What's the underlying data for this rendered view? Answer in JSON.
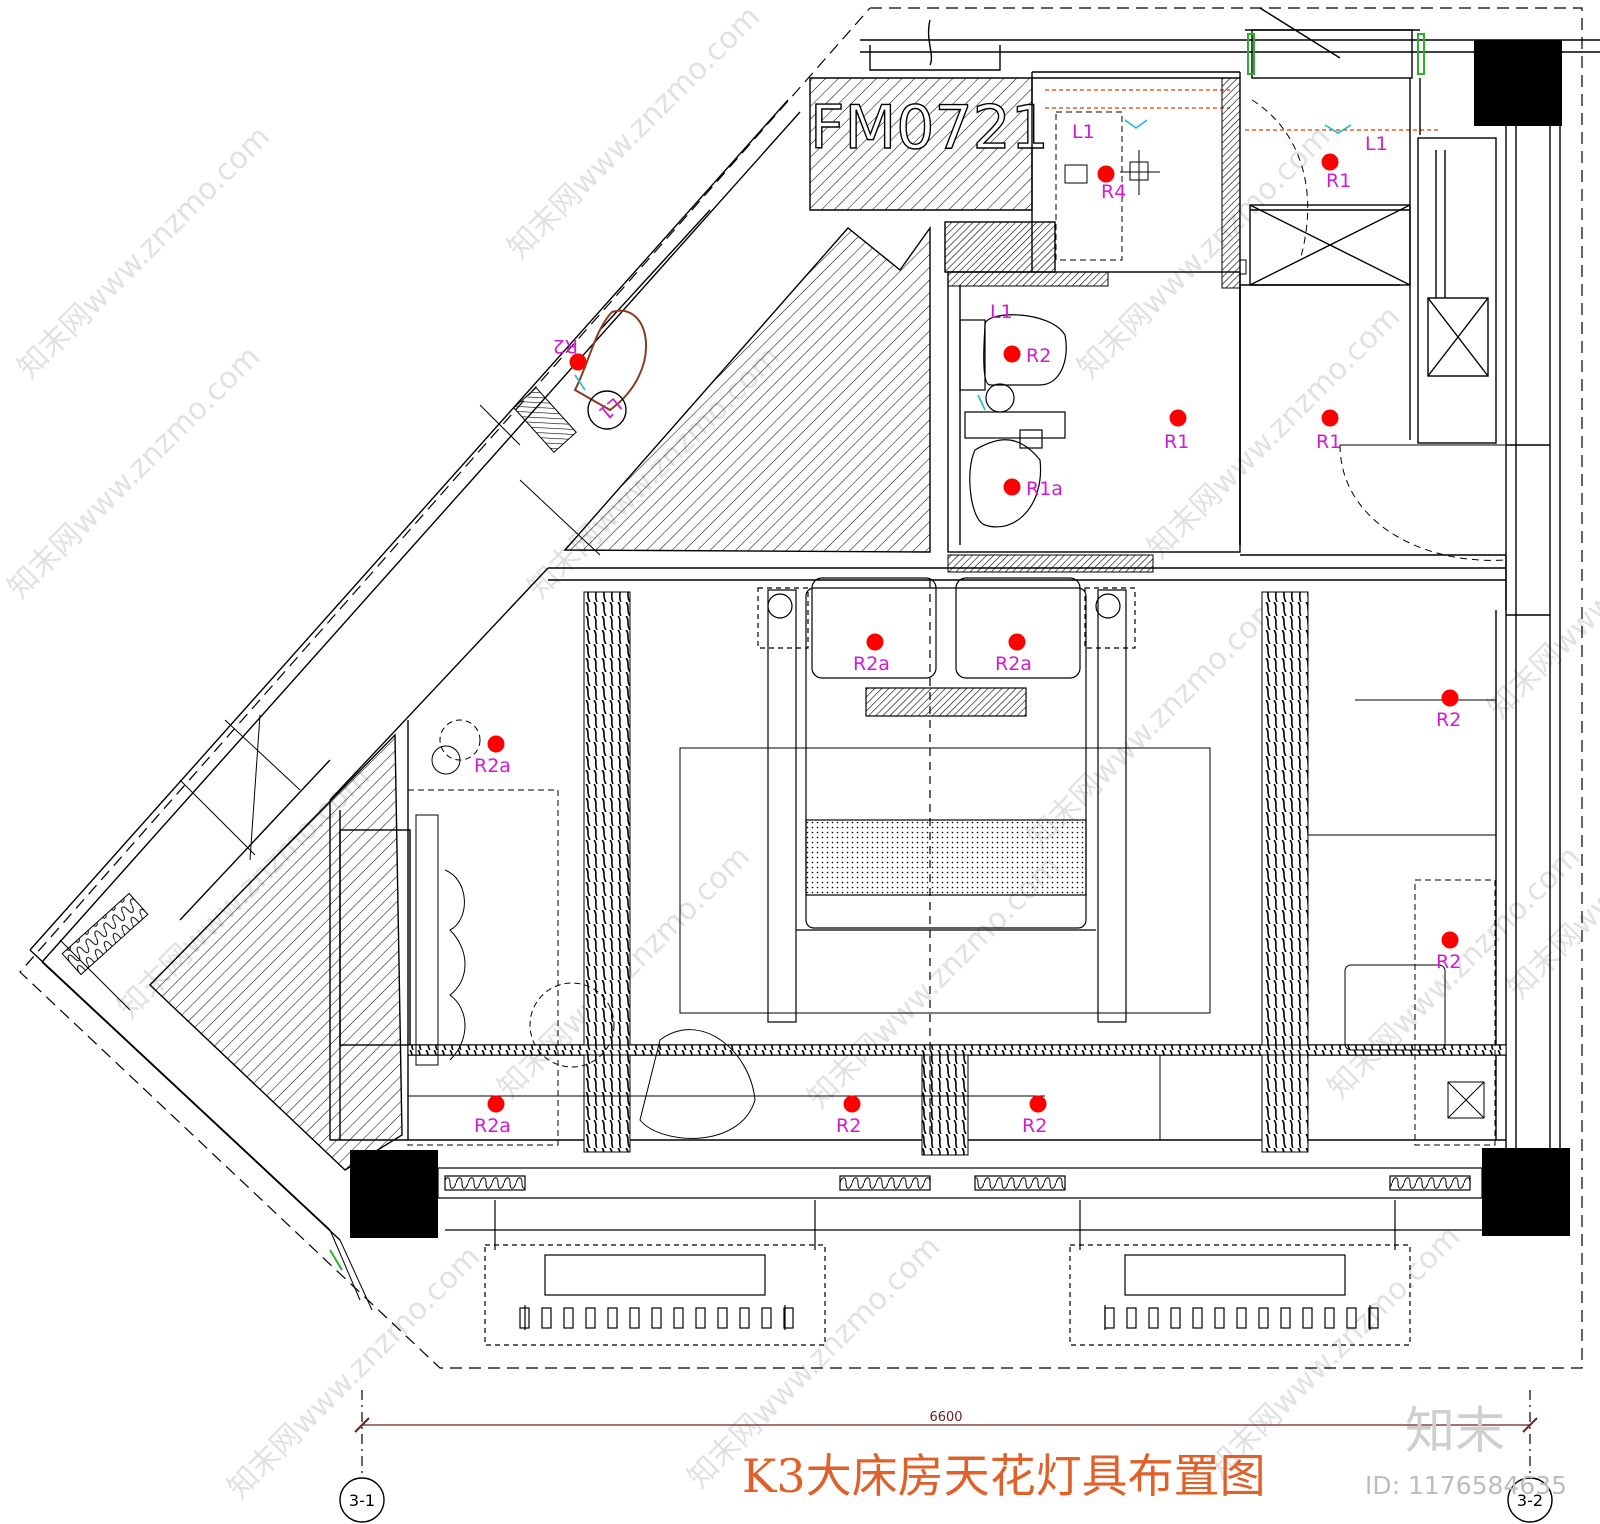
{
  "drawing": {
    "title": "K3大床房天花灯具布置图",
    "door_tag": "FM0721",
    "dimension": "6600",
    "grid_left": "3-1",
    "grid_right": "3-2"
  },
  "watermark": {
    "text": "知末网www.znzmo.com",
    "brand": "知末",
    "id": "ID: 1176584635"
  },
  "fixtures": [
    {
      "id": "fx-r4",
      "label": "R4"
    },
    {
      "id": "fx-r1-entry",
      "label": "R1"
    },
    {
      "id": "fx-r2-wc",
      "label": "R2"
    },
    {
      "id": "fx-r1-bath",
      "label": "R1"
    },
    {
      "id": "fx-r1-closet",
      "label": "R1"
    },
    {
      "id": "fx-r1a",
      "label": "R1a"
    },
    {
      "id": "fx-r2-balcony",
      "label": "R2"
    },
    {
      "id": "fx-r2a-bed-left",
      "label": "R2a"
    },
    {
      "id": "fx-r2a-bed-right",
      "label": "R2a"
    },
    {
      "id": "fx-r2-right-upper",
      "label": "R2"
    },
    {
      "id": "fx-r2a-left-upper",
      "label": "R2a"
    },
    {
      "id": "fx-r2-right-lower",
      "label": "R2"
    },
    {
      "id": "fx-r2a-left-lower",
      "label": "R2a"
    },
    {
      "id": "fx-r2-window-left",
      "label": "R2"
    },
    {
      "id": "fx-r2-window-right",
      "label": "R2"
    }
  ],
  "switches": [
    {
      "id": "sw-l1-shower",
      "label": "L1"
    },
    {
      "id": "sw-l1-entry",
      "label": "L1"
    },
    {
      "id": "sw-l1-wc",
      "label": "L1"
    },
    {
      "id": "sw-l1-balcony",
      "label": "L1"
    }
  ],
  "colors": {
    "fixture_dot": "#ff0000",
    "fixture_label": "#d21ad2",
    "switch_arrow": "#1fb9c9",
    "title": "#e0602a",
    "wall": "#000000",
    "dimension": "#6a2020",
    "door_green": "#2ab02a"
  }
}
